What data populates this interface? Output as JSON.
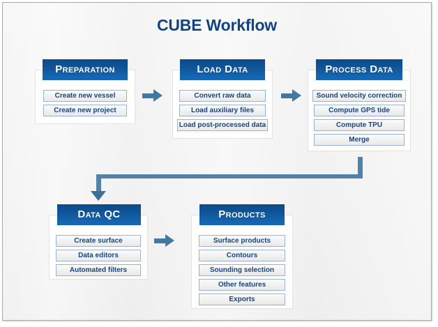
{
  "title": "CUBE Workflow",
  "colors": {
    "header_blue_dark": "#0c4a8d",
    "header_blue_light": "#1767b3",
    "title_navy": "#13447f",
    "item_text": "#17447e",
    "item_border": "#95b3d7",
    "arrow_blue": "#45789f",
    "connector_blue": "#5182aa",
    "frame_border": "#a8a8a8",
    "canvas_bg": "#f4f4f4",
    "panel_bg": "#ffffff"
  },
  "stages": [
    {
      "id": "preparation",
      "header": "Preparation",
      "items": [
        "Create new vessel",
        "Create new project"
      ]
    },
    {
      "id": "load-data",
      "header": "Load Data",
      "items": [
        "Convert raw data",
        "Load auxiliary files",
        "Load post-processed data"
      ]
    },
    {
      "id": "process-data",
      "header": "Process Data",
      "items": [
        "Sound velocity correction",
        "Compute GPS tide",
        "Compute TPU",
        "Merge"
      ]
    },
    {
      "id": "data-qc",
      "header": "Data QC",
      "items": [
        "Create surface",
        "Data editors",
        "Automated filters"
      ]
    },
    {
      "id": "products",
      "header": "Products",
      "items": [
        "Surface products",
        "Contours",
        "Sounding selection",
        "Other features",
        "Exports"
      ]
    }
  ],
  "connectors": [
    {
      "id": "preparation-to-load-data",
      "kind": "arrow-right"
    },
    {
      "id": "load-data-to-process-data",
      "kind": "arrow-right"
    },
    {
      "id": "process-data-to-data-qc",
      "kind": "elbow-down-left"
    },
    {
      "id": "data-qc-to-products",
      "kind": "arrow-right"
    }
  ]
}
